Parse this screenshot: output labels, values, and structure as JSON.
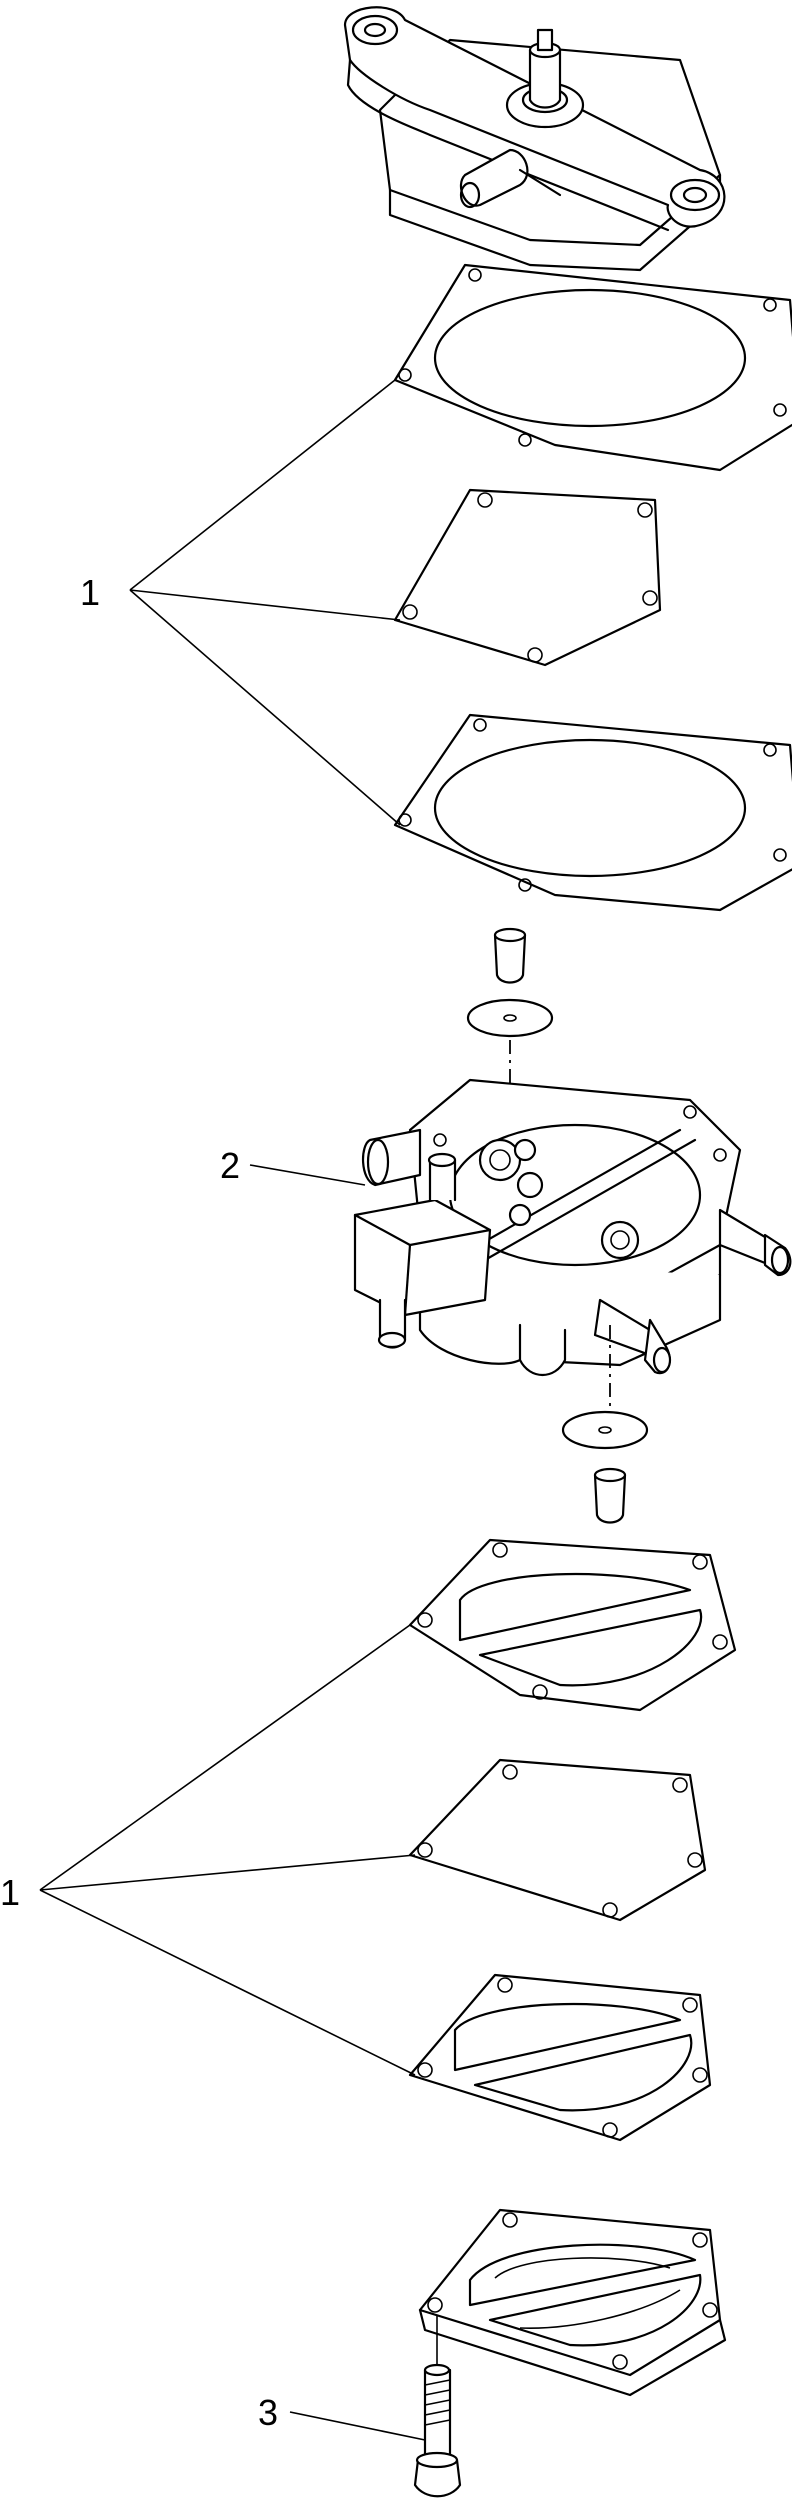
{
  "callouts": [
    {
      "id": "c1a",
      "label": "1"
    },
    {
      "id": "c2",
      "label": "2"
    },
    {
      "id": "c1b",
      "label": "1"
    },
    {
      "id": "c3",
      "label": "3"
    }
  ]
}
